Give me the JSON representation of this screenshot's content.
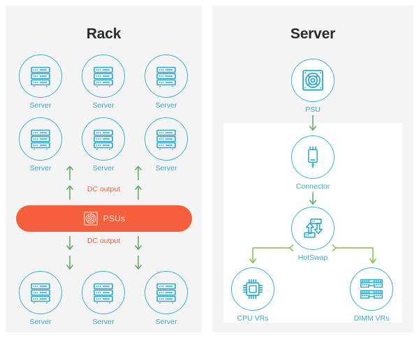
{
  "colors": {
    "panel_bg": "#f4f4f4",
    "page_bg": "#ffffff",
    "inner_box": "#ffffff",
    "teal": "#3aa9c6",
    "teal_stroke": "#3bb3cc",
    "orange": "#f4603c",
    "orange_text_on_bar": "#ffe4dc",
    "green_arrow": "#5aab5e",
    "green_branch": "#7ac143",
    "title_text": "#2b2b2b"
  },
  "rack_panel": {
    "title": "Rack",
    "servers_top_row": [
      {
        "label": "Server",
        "icon": "server-rack-icon"
      },
      {
        "label": "Server",
        "icon": "server-rack-icon"
      },
      {
        "label": "Server",
        "icon": "server-rack-icon"
      }
    ],
    "servers_middle_row": [
      {
        "label": "Server",
        "icon": "server-rack-icon"
      },
      {
        "label": "Server",
        "icon": "server-rack-icon"
      },
      {
        "label": "Server",
        "icon": "server-rack-icon"
      }
    ],
    "servers_bottom_row": [
      {
        "label": "Server",
        "icon": "server-rack-icon"
      },
      {
        "label": "Server",
        "icon": "server-rack-icon"
      },
      {
        "label": "Server",
        "icon": "server-rack-icon"
      }
    ],
    "psu_bar": {
      "label": "PSUs",
      "icon": "psu-fan-icon"
    },
    "flow_up_label": "DC output",
    "flow_down_label": "DC output"
  },
  "server_panel": {
    "title": "Server",
    "nodes": {
      "psu": {
        "label": "PSU",
        "icon": "psu-fan-icon"
      },
      "connector": {
        "label": "Connector",
        "icon": "connector-plug-icon"
      },
      "hotswap": {
        "label": "HotSwap",
        "icon": "hotswap-arrows-icon"
      },
      "cpu_vrs": {
        "label": "CPU VRs",
        "icon": "cpu-chip-icon"
      },
      "dimm_vrs": {
        "label": "DIMM VRs",
        "icon": "dimm-module-icon"
      }
    }
  },
  "chart_data": {
    "type": "diagram",
    "title": "Rack and Server power distribution",
    "panels": [
      {
        "name": "Rack",
        "nodes": [
          "Server",
          "Server",
          "Server",
          "Server",
          "Server",
          "Server",
          "PSUs",
          "Server",
          "Server",
          "Server"
        ],
        "edges": [
          {
            "from": "PSUs",
            "to": "Servers (above)",
            "label": "DC output",
            "direction": "up"
          },
          {
            "from": "PSUs",
            "to": "Servers (below)",
            "label": "DC output",
            "direction": "down"
          }
        ]
      },
      {
        "name": "Server",
        "nodes": [
          "PSU",
          "Connector",
          "HotSwap",
          "CPU VRs",
          "DIMM VRs"
        ],
        "edges": [
          {
            "from": "PSU",
            "to": "Connector",
            "label": "",
            "direction": "down"
          },
          {
            "from": "Connector",
            "to": "HotSwap",
            "label": "",
            "direction": "down"
          },
          {
            "from": "HotSwap",
            "to": "CPU VRs",
            "label": "",
            "direction": "down-left"
          },
          {
            "from": "HotSwap",
            "to": "DIMM VRs",
            "label": "",
            "direction": "down-right"
          }
        ]
      }
    ]
  }
}
